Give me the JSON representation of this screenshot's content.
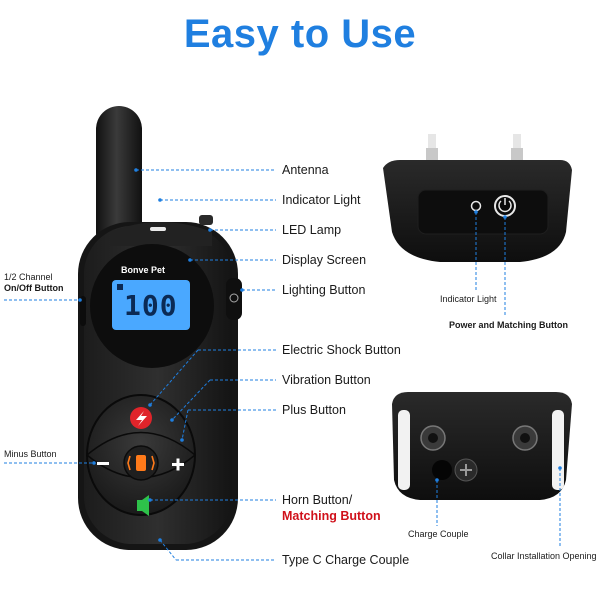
{
  "title": "Easy to Use",
  "remote": {
    "brand": "Bonve Pet",
    "display_value": "100"
  },
  "labels": {
    "antenna": "Antenna",
    "indicator_light": "Indicator Light",
    "led_lamp": "LED Lamp",
    "display_screen": "Display Screen",
    "lighting_button": "Lighting Button",
    "electric_shock_button": "Electric Shock Button",
    "vibration_button": "Vibration Button",
    "plus_button": "Plus Button",
    "horn_button_line1": "Horn Button/",
    "horn_button_line2": "Matching Button",
    "type_c": "Type C Charge Couple",
    "channel_line1": "1/2 Channel",
    "channel_line2": "On/Off Button",
    "minus_button": "Minus Button"
  },
  "collar_top": {
    "indicator_light": "Indicator Light",
    "power_matching": "Power and Matching Button"
  },
  "collar_bottom": {
    "charge_couple": "Charge Couple",
    "installation_opening": "Collar Installation Opening"
  },
  "colors": {
    "accent": "#1f7fe0",
    "red": "#d0101a",
    "screen": "#4aa8ff",
    "shock": "#e0242a",
    "vibration": "#ff7a1a",
    "horn": "#2ec24a"
  }
}
